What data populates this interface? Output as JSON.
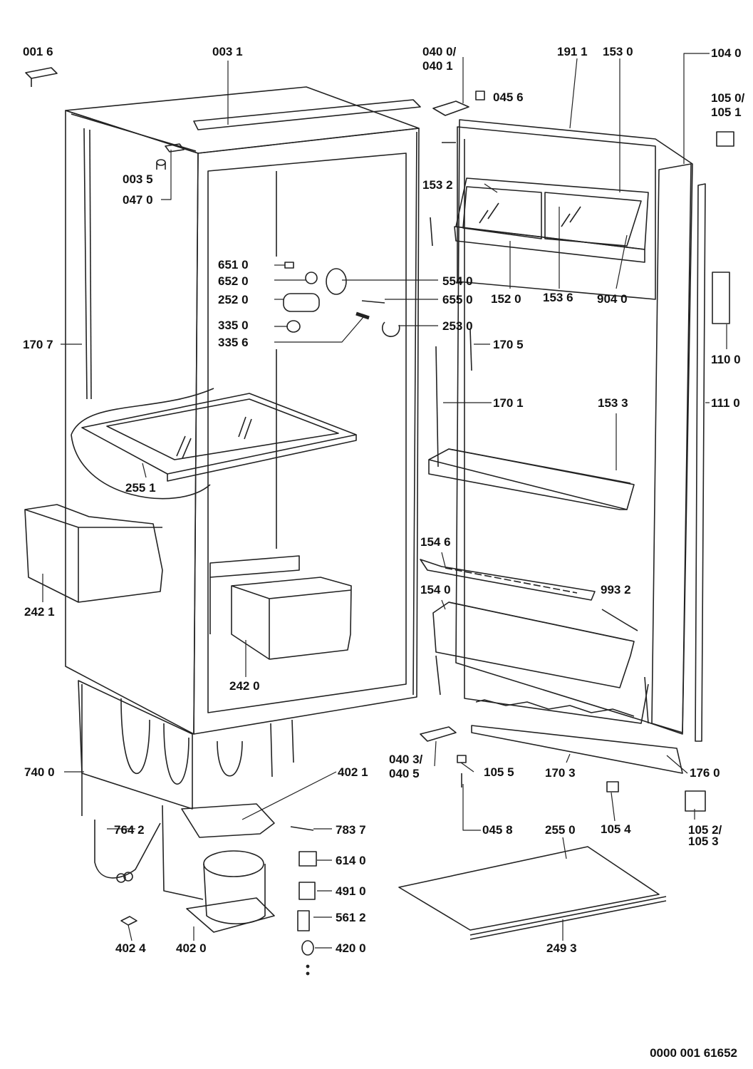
{
  "document_code": "0000 001 61652",
  "labels": {
    "l0016": "001 6",
    "l0031": "003 1",
    "l0400": "040 0/",
    "l0401": "040 1",
    "l0456": "045 6",
    "l1911": "191 1",
    "l1530": "153 0",
    "l1040": "104 0",
    "l1050": "105 0/",
    "l1051": "105 1",
    "l0035": "003 5",
    "l0470": "047 0",
    "l1532": "153 2",
    "l6510": "651 0",
    "l6520": "652 0",
    "l5540": "554 0",
    "l2520": "252 0",
    "l6550": "655 0",
    "l1520": "152 0",
    "l1536": "153 6",
    "l9040": "904 0",
    "l3350": "335 0",
    "l2530": "253 0",
    "l3356": "335 6",
    "l1707": "170 7",
    "l1705": "170 5",
    "l1100": "110 0",
    "l1701": "170 1",
    "l1533": "153 3",
    "l1110": "111 0",
    "l2551": "255 1",
    "l1546": "154 6",
    "l1540": "154 0",
    "l9932": "993 2",
    "l2421": "242 1",
    "l2420": "242 0",
    "l0403": "040 3/",
    "l0405": "040 5",
    "l1055": "105 5",
    "l1703": "170 3",
    "l1760": "176 0",
    "l7400": "740 0",
    "l4021": "402 1",
    "l7642": "764 2",
    "l7837": "783 7",
    "l0458": "045 8",
    "l2550": "255 0",
    "l1054": "105 4",
    "l1052": "105 2/",
    "l1053": "105 3",
    "l6140": "614 0",
    "l4910": "491 0",
    "l5612": "561 2",
    "l4024": "402 4",
    "l4020": "402 0",
    "l2493": "249 3",
    "l4200": "420 0"
  }
}
